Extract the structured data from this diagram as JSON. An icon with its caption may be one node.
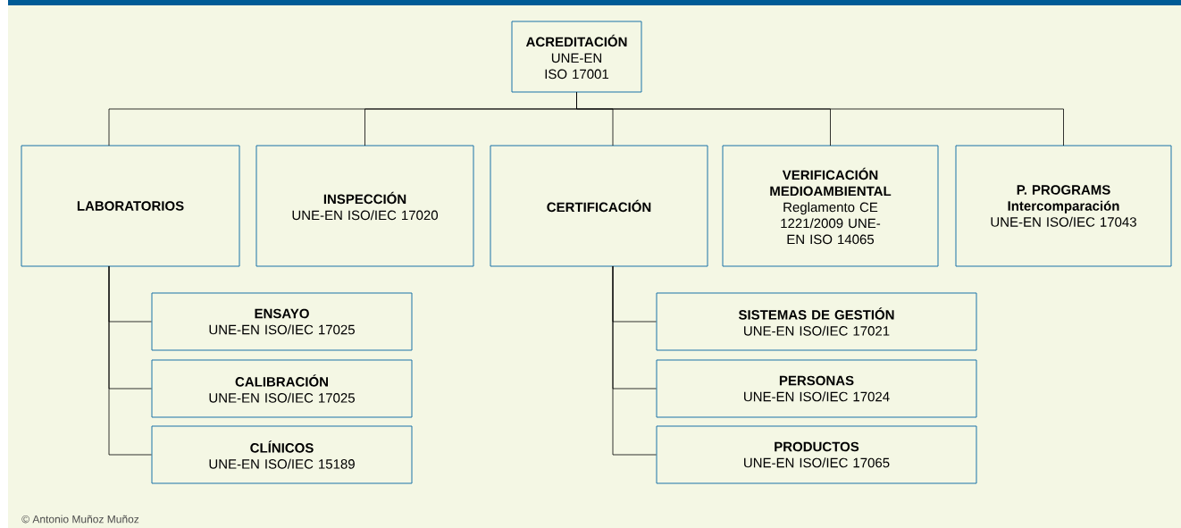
{
  "diagram": {
    "nodes": [
      {
        "text": [
          "ACREDITACIÓN",
          "UNE-EN ISO 17001"
        ]
      },
      {
        "text": [
          "LABORATORIOS"
        ]
      },
      {
        "text": [
          "INSPECCIÓN",
          "UNE-EN ISO/IEC 17020"
        ]
      },
      {
        "text": [
          "CERTIFICACIÓN"
        ]
      },
      {
        "text": [
          "VERIFICACIÓN MEDIOAMBIENTAL",
          "Reglamento CE 1221/2009 UNE-EN ISO 14065"
        ]
      },
      {
        "text": [
          "P. PROGRAMS Intercomparación",
          "UNE-EN ISO/IEC 17043"
        ]
      },
      {
        "text": [
          "ENSAYO",
          "UNE-EN ISO/IEC 17025"
        ]
      },
      {
        "text": [
          "CALIBRACIÓN",
          "UNE-EN ISO/IEC 17025"
        ]
      },
      {
        "text": [
          "CLÍNICOS",
          "UNE-EN ISO/IEC 15189"
        ]
      },
      {
        "text": [
          "SISTEMAS DE GESTIÓN",
          "UNE-EN ISO/IEC 17021"
        ]
      },
      {
        "text": [
          "PERSONAS",
          "UNE-EN ISO/IEC 17024"
        ]
      },
      {
        "text": [
          "PRODUCTOS",
          "UNE-EN ISO/IEC 17065"
        ]
      }
    ],
    "edges": [
      {
        "from": 0,
        "to": 1,
        "arrow": "none"
      },
      {
        "from": 0,
        "to": 2,
        "arrow": "none"
      },
      {
        "from": 0,
        "to": 3,
        "arrow": "none"
      },
      {
        "from": 0,
        "to": 4,
        "arrow": "none"
      },
      {
        "from": 0,
        "to": 5,
        "arrow": "none"
      },
      {
        "from": 1,
        "to": 6,
        "arrow": "none"
      },
      {
        "from": 1,
        "to": 7,
        "arrow": "none"
      },
      {
        "from": 1,
        "to": 8,
        "arrow": "none"
      },
      {
        "from": 3,
        "to": 9,
        "arrow": "none"
      },
      {
        "from": 3,
        "to": 10,
        "arrow": "none"
      },
      {
        "from": 3,
        "to": 11,
        "arrow": "none"
      }
    ],
    "labels": [
      "© Antonio Muñoz Muñoz"
    ]
  }
}
